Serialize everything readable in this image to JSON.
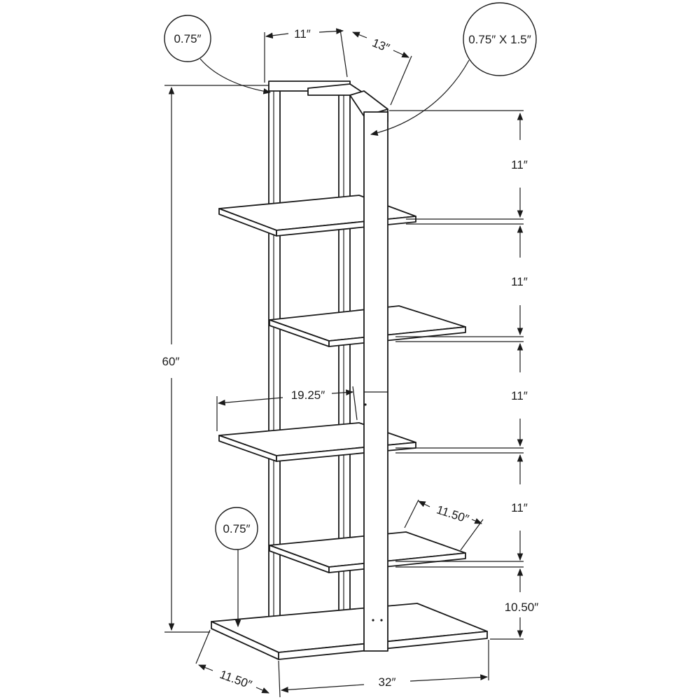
{
  "callouts": {
    "top_left_thickness": "0.75″",
    "top_right_post": "0.75″ X 1.5″",
    "bottom_left_thickness": "0.75″"
  },
  "dimensions": {
    "top_width": "11″",
    "top_depth": "13″",
    "total_height": "60″",
    "gap_1": "11″",
    "gap_2": "11″",
    "gap_3": "11″",
    "gap_4": "11″",
    "gap_bottom": "10.50″",
    "shelf_width": "19.25″",
    "small_shelf_depth": "11.50″",
    "base_depth": "11.50″",
    "base_width": "32″"
  },
  "colors": {
    "line": "#1a1a1a",
    "fill": "#ffffff"
  }
}
